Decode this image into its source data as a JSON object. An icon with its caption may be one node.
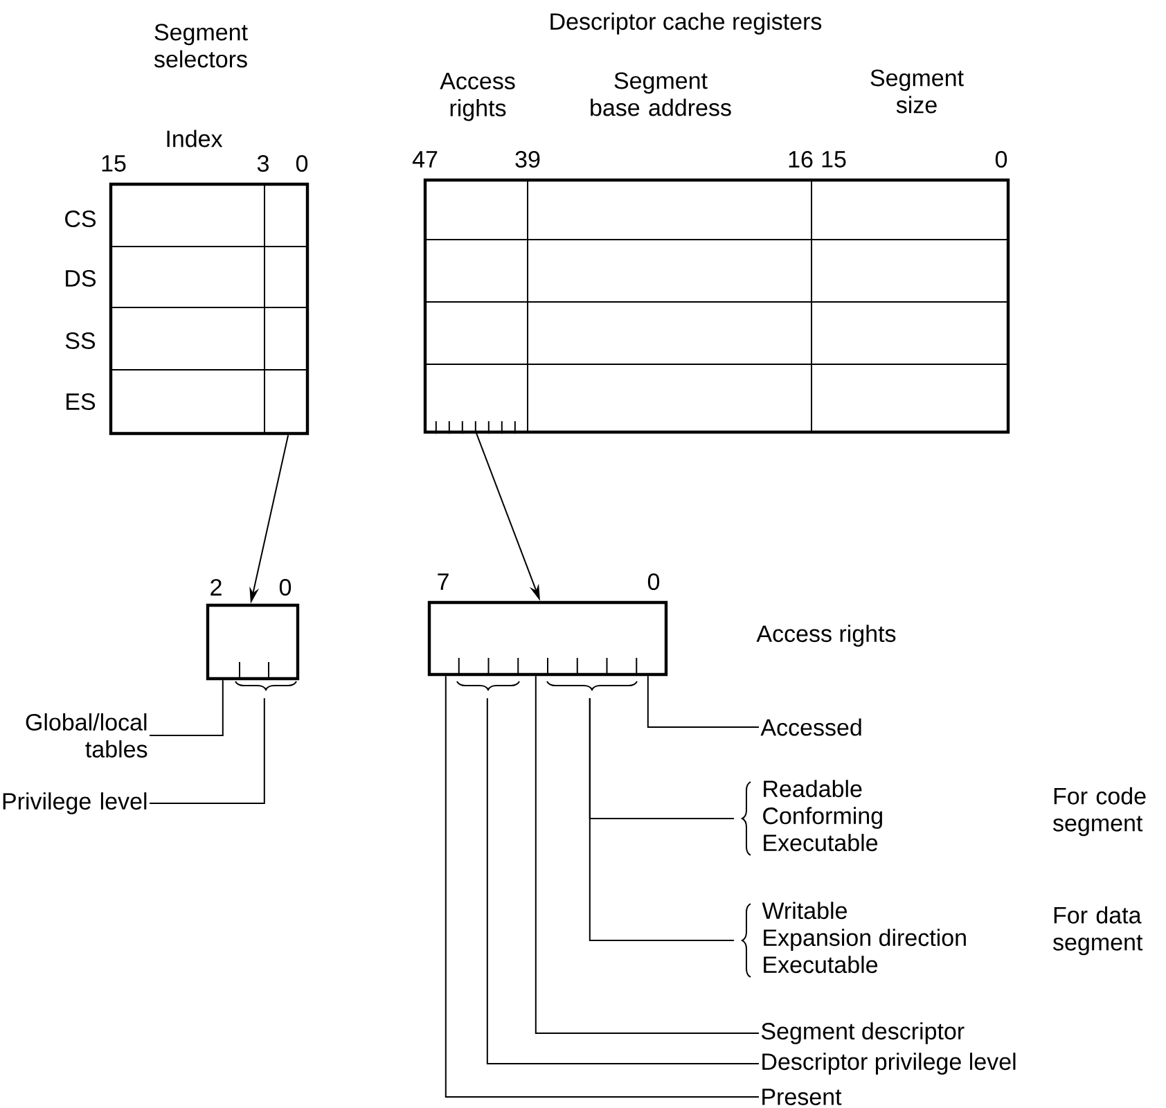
{
  "diagram": {
    "nodes": [
      {
        "text": [
          "Segment selectors"
        ],
        "beside": [
          "15",
          "3",
          "0",
          "CS",
          "DS",
          "SS",
          "ES"
        ]
      },
      {
        "text": [],
        "shape": "box",
        "beside": [
          "47",
          "39",
          "16",
          "15",
          "0"
        ]
      },
      {
        "text": [],
        "shape": "box",
        "in": 1
      },
      {
        "text": [],
        "shape": "box",
        "beside": [
          "2",
          "0"
        ]
      },
      {
        "text": [
          "Access rights"
        ],
        "beside": [
          "7",
          "0"
        ]
      },
      {
        "text": [
          "Global/local tables"
        ]
      },
      {
        "text": [
          "Privilege level"
        ]
      },
      {
        "text": [
          "Accessed"
        ]
      },
      {
        "text": [
          "Readable",
          "Conforming",
          "Executable"
        ]
      },
      {
        "text": [
          "Writable",
          "Expansion direction",
          "Executable"
        ]
      },
      {
        "text": [
          "Segment descriptor"
        ]
      },
      {
        "text": [
          "Descriptor privilege level"
        ]
      },
      {
        "text": [
          "Present"
        ]
      }
    ],
    "edges": [
      {
        "from": 0,
        "to": 3,
        "arrow": "to"
      },
      {
        "from": 2,
        "to": 4,
        "arrow": "to"
      },
      {
        "from": 5,
        "to": 3,
        "arrow": "none"
      },
      {
        "from": 6,
        "to": 3,
        "arrow": "none"
      },
      {
        "from": 7,
        "to": 4,
        "arrow": "none"
      },
      {
        "from": 8,
        "to": 4,
        "arrow": "none"
      },
      {
        "from": 9,
        "to": 4,
        "arrow": "none"
      },
      {
        "from": 10,
        "to": 4,
        "arrow": "none"
      },
      {
        "from": 11,
        "to": 4,
        "arrow": "none"
      },
      {
        "from": 12,
        "to": 4,
        "arrow": "none"
      }
    ],
    "labels": [
      "Descriptor cache registers",
      "Access rights",
      "Segment base address",
      "Segment size",
      "Index",
      "For code segment",
      "For data segment"
    ]
  }
}
